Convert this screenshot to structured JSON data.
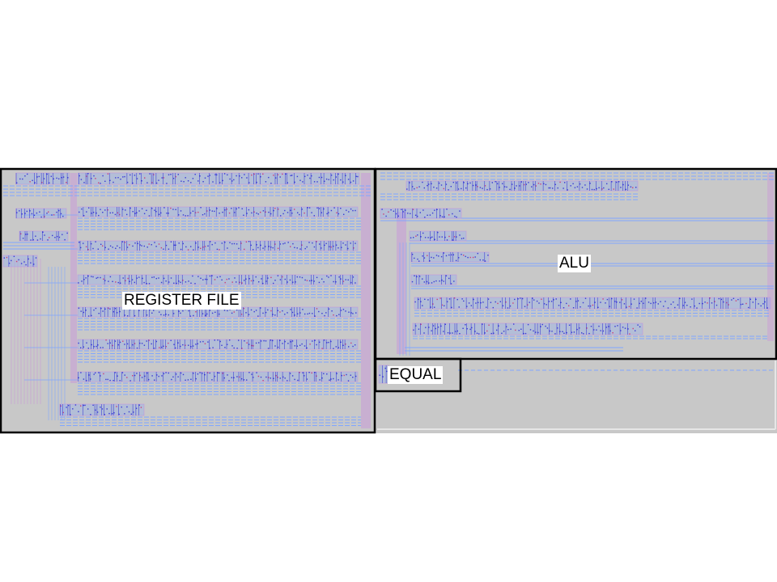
{
  "layout": {
    "blocks": [
      {
        "id": "register-file",
        "label": "REGISTER FILE"
      },
      {
        "id": "alu",
        "label": "ALU"
      },
      {
        "id": "equal",
        "label": "EQUAL"
      }
    ]
  },
  "colors": {
    "page_background": "#ffffff",
    "die_background": "#c8c8c8",
    "metal_route": "#7fa6ff",
    "cell_dense": "#2b2bd6",
    "via": "#d0306a",
    "cell_outline": "#c99ad8",
    "block_outline": "#000000",
    "die_edge": "#e6e6e6"
  }
}
